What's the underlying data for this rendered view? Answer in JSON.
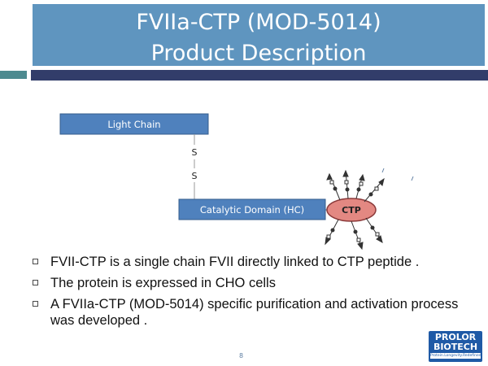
{
  "slide": {
    "title_line1": "FVIIa-CTP (MOD-5014)",
    "title_line2": "Product  Description",
    "page_number": "8"
  },
  "diagram": {
    "light_chain_label": "Light Chain",
    "disulfide_top": "S",
    "disulfide_bottom": "S",
    "catalytic_domain_label": "Catalytic Domain  (HC)",
    "ctp_label": "CTP",
    "colors": {
      "box_fill": "#4f81bd",
      "box_stroke": "#355d8c",
      "ctp_fill": "#e38882",
      "ctp_stroke": "#8b3a3a",
      "glycan": "#333333"
    }
  },
  "bullets": [
    "FVII-CTP  is a single chain FVII directly linked to CTP peptide .",
    "The protein is expressed  in CHO cells",
    "A FVIIa-CTP (MOD-5014) specific purification and activation process was developed ."
  ],
  "logo": {
    "line1": "PROLOR",
    "line2": "BIOTECH",
    "tagline": "Protein.Longevity.Redefined"
  }
}
